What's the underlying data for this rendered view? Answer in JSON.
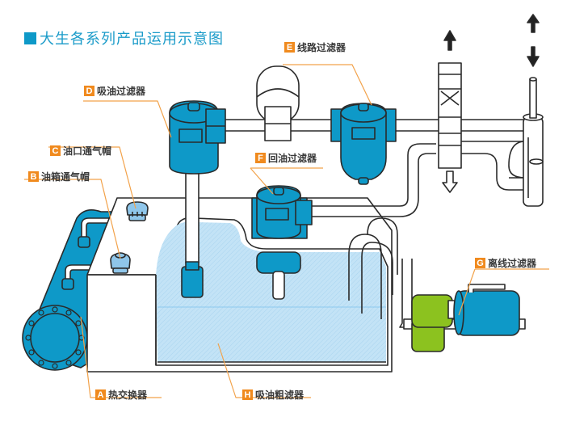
{
  "title": "大生各系列产品运用示意图",
  "colors": {
    "accent_blue": "#0e99c8",
    "leader_orange": "#f2a24a",
    "badge_orange": "#f08a1e",
    "oil_fill": "#bfe1f5",
    "pump_green": "#8cc21f",
    "outline": "#2a2a2a"
  },
  "labels": [
    {
      "letter": "A",
      "text": "热交换器"
    },
    {
      "letter": "B",
      "text": "油箱通气帽"
    },
    {
      "letter": "C",
      "text": "油口通气帽"
    },
    {
      "letter": "D",
      "text": "吸油过滤器"
    },
    {
      "letter": "E",
      "text": "线路过滤器"
    },
    {
      "letter": "F",
      "text": "回油过滤器"
    },
    {
      "letter": "G",
      "text": "离线过滤器"
    },
    {
      "letter": "H",
      "text": "吸油粗滤器"
    }
  ]
}
